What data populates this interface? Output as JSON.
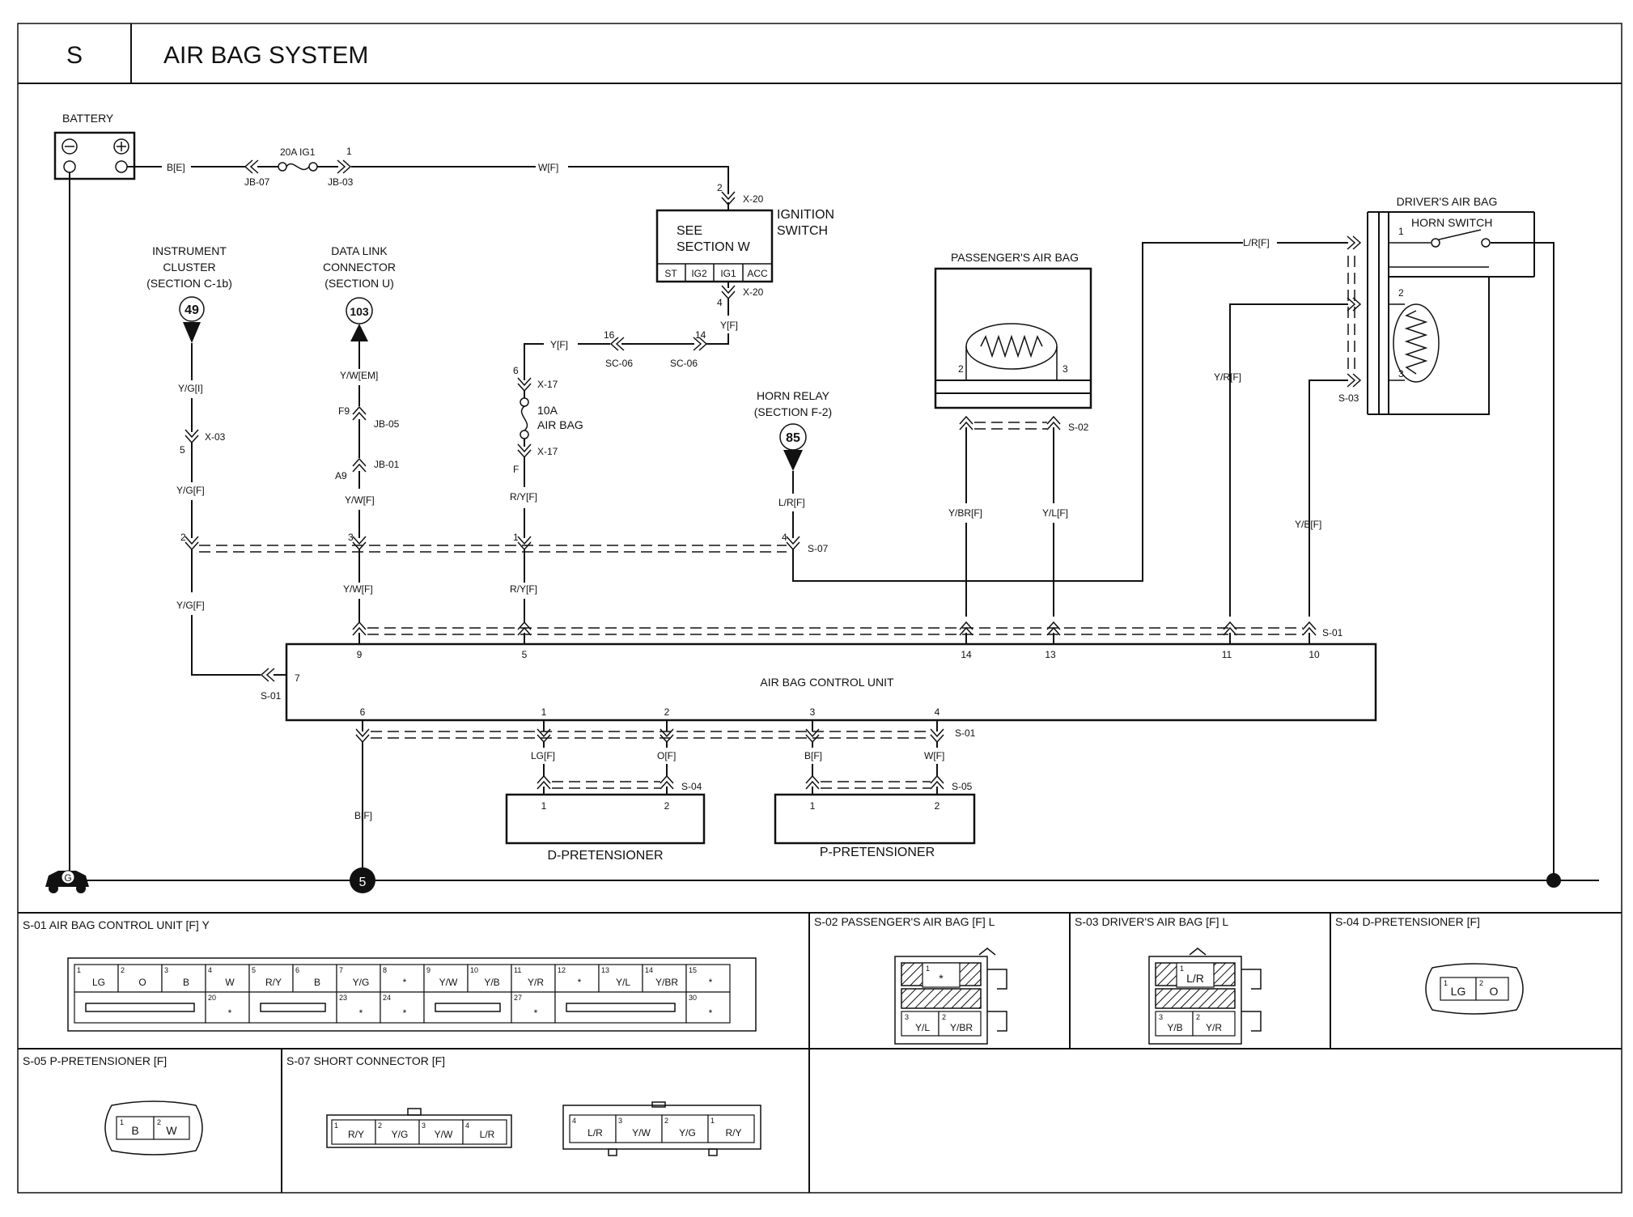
{
  "header": {
    "section": "S",
    "title": "AIR BAG SYSTEM"
  },
  "components": {
    "battery": "BATTERY",
    "fuse_ig1": "20A IG1",
    "fuse_airbag_amp": "10A",
    "fuse_airbag_name": "AIR BAG",
    "ignition_switch_1": "IGNITION",
    "ignition_switch_2": "SWITCH",
    "see_section_1": "SEE",
    "see_section_2": "SECTION W",
    "ign_positions": [
      "ST",
      "IG2",
      "IG1",
      "ACC"
    ],
    "instrument_cluster_1": "INSTRUMENT",
    "instrument_cluster_2": "CLUSTER",
    "instrument_cluster_3": "(SECTION C-1b)",
    "instrument_cluster_ref": "49",
    "data_link_1": "DATA LINK",
    "data_link_2": "CONNECTOR",
    "data_link_3": "(SECTION U)",
    "data_link_ref": "103",
    "horn_relay_1": "HORN RELAY",
    "horn_relay_2": "(SECTION F-2)",
    "horn_relay_ref": "85",
    "passenger_airbag": "PASSENGER'S AIR BAG",
    "driver_airbag": "DRIVER'S AIR BAG",
    "horn_switch": "HORN SWITCH",
    "control_unit": "AIR BAG CONTROL UNIT",
    "d_pretensioner": "D-PRETENSIONER",
    "p_pretensioner": "P-PRETENSIONER",
    "ground_g": "G",
    "ground_5": "5"
  },
  "wire_labels": {
    "bat_out": "B[E]",
    "ig1_out": "W[F]",
    "ign_out": "Y[F]",
    "ign_to_fuse": "Y[F]",
    "cluster_1": "Y/G[I]",
    "cluster_2": "Y/G[F]",
    "cluster_3": "Y/G[F]",
    "dlc_1": "Y/W[EM]",
    "dlc_2": "Y/W[F]",
    "dlc_3": "Y/W[F]",
    "fuse_out": "R/Y[F]",
    "fuse_out_2": "R/Y[F]",
    "horn_relay": "L/R[F]",
    "driver_horn": "L/R[F]",
    "pass_2": "Y/BR[F]",
    "pass_3": "Y/L[F]",
    "driver_2": "Y/R[F]",
    "driver_3": "Y/B[F]",
    "ground": "B[F]",
    "dpt_1": "LG[F]",
    "dpt_2": "O[F]",
    "ppt_1": "B[F]",
    "ppt_2": "W[F]"
  },
  "connector_ids": {
    "jb07": "JB-07",
    "jb03": "JB-03",
    "x20a": "X-20",
    "x20b": "X-20",
    "sc06a": "SC-06",
    "sc06b": "SC-06",
    "x17a": "X-17",
    "x17b": "X-17",
    "x03": "X-03",
    "jb05": "JB-05",
    "jb01": "JB-01",
    "s07": "S-07",
    "s02": "S-02",
    "s03": "S-03",
    "s01a": "S-01",
    "s01b": "S-01",
    "s01c": "S-01",
    "s04": "S-04",
    "s05": "S-05"
  },
  "pin_numbers": {
    "jb03_1": "1",
    "x20_2": "2",
    "x20_4": "4",
    "sc_16": "16",
    "sc_14": "14",
    "x17_6": "6",
    "x17_f": "F",
    "x03_5": "5",
    "jb05_f9": "F9",
    "jb01_a9": "A9",
    "s07_2": "2",
    "s07_3": "3",
    "s07_1": "1",
    "s07_4": "4",
    "pab_2": "2",
    "pab_3": "3",
    "dab_1": "1",
    "dab_2": "2",
    "dab_3": "3",
    "cu_9": "9",
    "cu_5": "5",
    "cu_14": "14",
    "cu_13": "13",
    "cu_11": "11",
    "cu_10": "10",
    "cu_7": "7",
    "cu_6": "6",
    "cu_1": "1",
    "cu_2": "2",
    "cu_3": "3",
    "cu_4": "4",
    "dpt_1": "1",
    "dpt_2": "2",
    "ppt_1": "1",
    "ppt_2": "2"
  },
  "connector_views": {
    "s01": {
      "title": "S-01 AIR BAG CONTROL UNIT [F] Y",
      "top_row": [
        {
          "pin": "1",
          "label": "LG"
        },
        {
          "pin": "2",
          "label": "O"
        },
        {
          "pin": "3",
          "label": "B"
        },
        {
          "pin": "4",
          "label": "W"
        },
        {
          "pin": "5",
          "label": "R/Y"
        },
        {
          "pin": "6",
          "label": "B"
        },
        {
          "pin": "7",
          "label": "Y/G"
        },
        {
          "pin": "8",
          "label": "*"
        },
        {
          "pin": "9",
          "label": "Y/W"
        },
        {
          "pin": "10",
          "label": "Y/B"
        },
        {
          "pin": "11",
          "label": "Y/R"
        },
        {
          "pin": "12",
          "label": "*"
        },
        {
          "pin": "13",
          "label": "Y/L"
        },
        {
          "pin": "14",
          "label": "Y/BR"
        },
        {
          "pin": "15",
          "label": "*"
        }
      ],
      "bottom_row": [
        {
          "pin": "20",
          "label": "*"
        },
        {
          "pin": "23",
          "label": "*"
        },
        {
          "pin": "24",
          "label": "*"
        },
        {
          "pin": "27",
          "label": "*"
        },
        {
          "pin": "30",
          "label": "*"
        }
      ]
    },
    "s02": {
      "title": "S-02 PASSENGER'S AIR BAG [F] L",
      "pins": [
        {
          "pin": "1",
          "label": "*"
        },
        {
          "pin": "3",
          "label": "Y/L"
        },
        {
          "pin": "2",
          "label": "Y/BR"
        }
      ]
    },
    "s03": {
      "title": "S-03 DRIVER'S AIR BAG [F] L",
      "pins": [
        {
          "pin": "1",
          "label": "L/R"
        },
        {
          "pin": "3",
          "label": "Y/B"
        },
        {
          "pin": "2",
          "label": "Y/R"
        }
      ]
    },
    "s04": {
      "title": "S-04 D-PRETENSIONER [F]",
      "pins": [
        {
          "pin": "1",
          "label": "LG"
        },
        {
          "pin": "2",
          "label": "O"
        }
      ]
    },
    "s05": {
      "title": "S-05 P-PRETENSIONER [F]",
      "pins": [
        {
          "pin": "1",
          "label": "B"
        },
        {
          "pin": "2",
          "label": "W"
        }
      ]
    },
    "s07": {
      "title": "S-07 SHORT CONNECTOR [F]",
      "left": [
        {
          "pin": "1",
          "label": "R/Y"
        },
        {
          "pin": "2",
          "label": "Y/G"
        },
        {
          "pin": "3",
          "label": "Y/W"
        },
        {
          "pin": "4",
          "label": "L/R"
        }
      ],
      "right": [
        {
          "pin": "4",
          "label": "L/R"
        },
        {
          "pin": "3",
          "label": "Y/W"
        },
        {
          "pin": "2",
          "label": "Y/G"
        },
        {
          "pin": "1",
          "label": "R/Y"
        }
      ]
    }
  }
}
